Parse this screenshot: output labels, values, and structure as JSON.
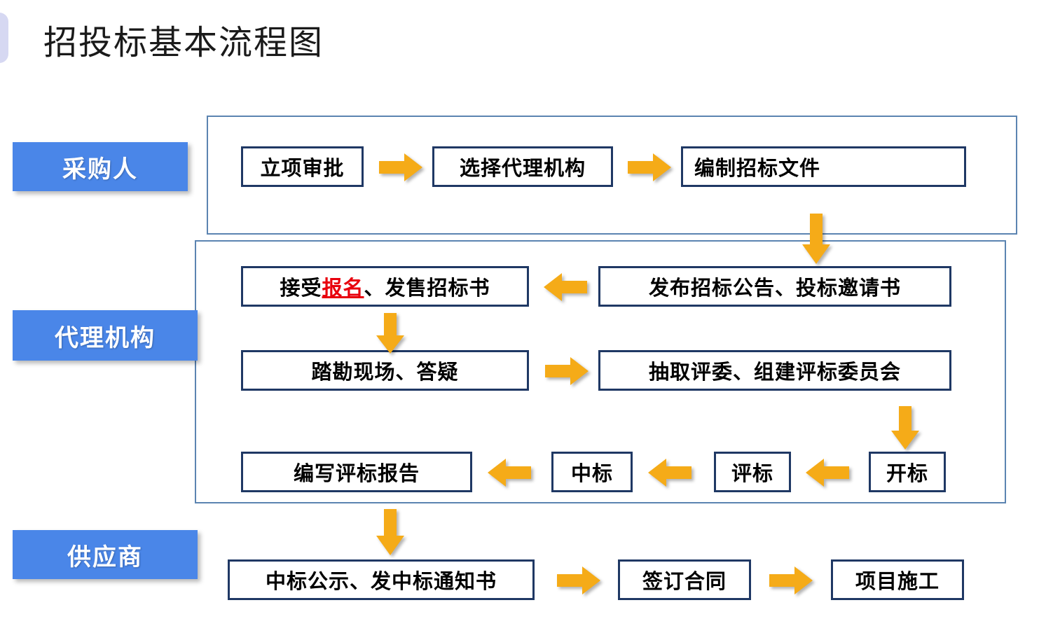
{
  "title": "招投标基本流程图",
  "colors": {
    "badge_blue": "#4a86e8",
    "panel_border": "#5b84b1",
    "box_border": "#1f3864",
    "arrow_orange": "#f5ab18",
    "highlight_red": "#e8000d",
    "background": "#ffffff"
  },
  "roles": [
    {
      "id": "buyer",
      "label": "采购人"
    },
    {
      "id": "agency",
      "label": "代理机构"
    },
    {
      "id": "supplier",
      "label": "供应商"
    }
  ],
  "rows": {
    "row1": {
      "boxes": [
        {
          "id": "liXiang",
          "label": "立项审批"
        },
        {
          "id": "daiLi",
          "label": "选择代理机构"
        },
        {
          "id": "bianZhi",
          "label": "编制招标文件"
        }
      ]
    },
    "row2": {
      "boxes": [
        {
          "id": "jieShou",
          "label_pre": "接受",
          "label_hl": "报名",
          "label_post": "、发售招标书"
        },
        {
          "id": "faBu",
          "label": "发布招标公告、投标邀请书"
        }
      ]
    },
    "row3": {
      "boxes": [
        {
          "id": "taKan",
          "label": "踏勘现场、答疑"
        },
        {
          "id": "chouQu",
          "label": "抽取评委、组建评标委员会"
        }
      ]
    },
    "row4": {
      "boxes": [
        {
          "id": "bianXie",
          "label": "编写评标报告"
        },
        {
          "id": "zhongBiao",
          "label": "中标"
        },
        {
          "id": "pingBiao",
          "label": "评标"
        },
        {
          "id": "kaiBiao",
          "label": "开标"
        }
      ]
    },
    "row5": {
      "boxes": [
        {
          "id": "gongShi",
          "label": "中标公示、发中标通知书"
        },
        {
          "id": "heTong",
          "label": "签订合同"
        },
        {
          "id": "shiGong",
          "label": "项目施工"
        }
      ]
    }
  },
  "arrows": [
    {
      "id": "arr-r1a",
      "direction": "right",
      "from": "立项审批",
      "to": "选择代理机构"
    },
    {
      "id": "arr-r1b",
      "direction": "right",
      "from": "选择代理机构",
      "to": "编制招标文件"
    },
    {
      "id": "arr-d1",
      "direction": "down",
      "from": "编制招标文件",
      "to": "发布招标公告、投标邀请书"
    },
    {
      "id": "arr-l2",
      "direction": "left",
      "from": "发布招标公告、投标邀请书",
      "to": "接受报名、发售招标书"
    },
    {
      "id": "arr-d2",
      "direction": "down",
      "from": "接受报名、发售招标书",
      "to": "踏勘现场、答疑"
    },
    {
      "id": "arr-r3",
      "direction": "right",
      "from": "踏勘现场、答疑",
      "to": "抽取评委、组建评标委员会"
    },
    {
      "id": "arr-d3",
      "direction": "down",
      "from": "抽取评委、组建评标委员会",
      "to": "开标"
    },
    {
      "id": "arr-l4c",
      "direction": "left",
      "from": "开标",
      "to": "评标"
    },
    {
      "id": "arr-l4b",
      "direction": "left",
      "from": "评标",
      "to": "中标"
    },
    {
      "id": "arr-l4a",
      "direction": "left",
      "from": "中标",
      "to": "编写评标报告"
    },
    {
      "id": "arr-d4",
      "direction": "down",
      "from": "编写评标报告",
      "to": "中标公示、发中标通知书"
    },
    {
      "id": "arr-r5a",
      "direction": "right",
      "from": "中标公示、发中标通知书",
      "to": "签订合同"
    },
    {
      "id": "arr-r5b",
      "direction": "right",
      "from": "签订合同",
      "to": "项目施工"
    }
  ]
}
